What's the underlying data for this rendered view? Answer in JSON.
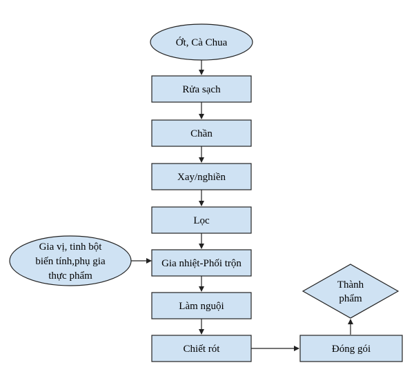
{
  "diagram": {
    "nodes": {
      "raw_material": {
        "lines": [
          "Ớt, Cà Chua"
        ]
      },
      "wash": {
        "lines": [
          "Rửa sạch"
        ]
      },
      "blanch": {
        "lines": [
          "Chần"
        ]
      },
      "grind": {
        "lines": [
          "Xay/nghiền"
        ]
      },
      "filter": {
        "lines": [
          "Lọc"
        ]
      },
      "additives": {
        "lines": [
          "Gia vị, tinh bột",
          "biến tính,phụ gia",
          "thực phẩm"
        ]
      },
      "heat_mix": {
        "lines": [
          "Gia nhiệt-Phối trộn"
        ]
      },
      "cool": {
        "lines": [
          "Làm nguội"
        ]
      },
      "fill": {
        "lines": [
          "Chiết rót"
        ]
      },
      "pack": {
        "lines": [
          "Đóng gói"
        ]
      },
      "product": {
        "lines": [
          "Thành",
          "phẩm"
        ]
      }
    },
    "colors": {
      "node_fill": "#cfe2f3",
      "stroke": "#222222"
    }
  }
}
